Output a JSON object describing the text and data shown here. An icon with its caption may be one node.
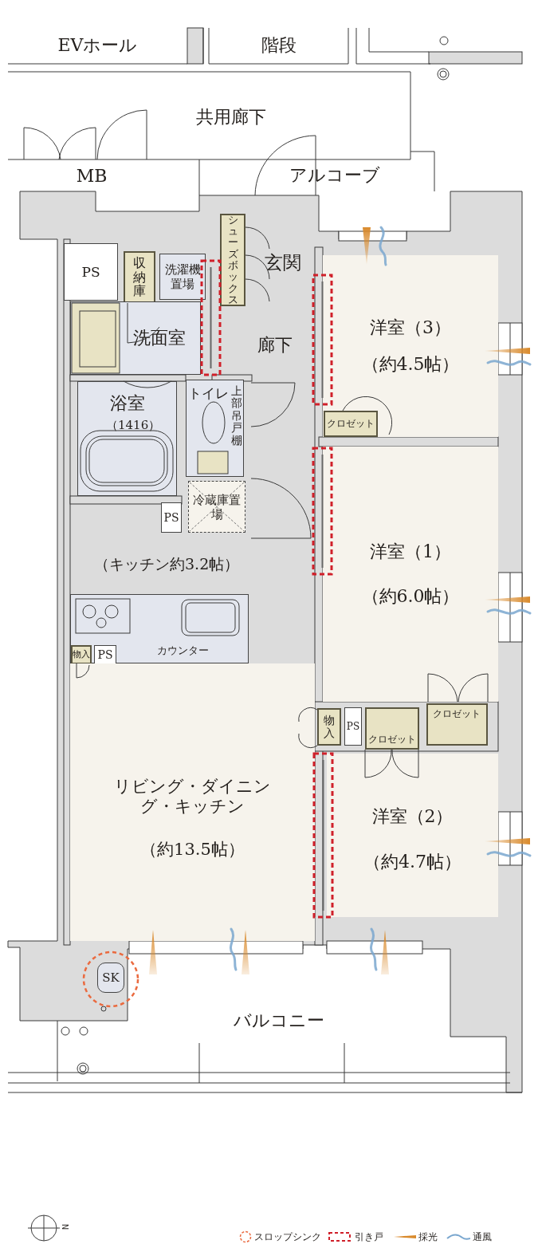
{
  "diagram": {
    "nodes": [
      {
        "text": [
          "EVホール"
        ]
      },
      {
        "text": [
          "階段"
        ]
      },
      {
        "text": [
          "共用廊下"
        ]
      },
      {
        "text": [
          "MB"
        ]
      },
      {
        "text": [
          "アルコーブ"
        ]
      },
      {
        "text": [
          "PS"
        ]
      },
      {
        "text": [
          "収納庫"
        ]
      },
      {
        "text": [
          "洗濯機置場"
        ]
      },
      {
        "text": [
          "シューズボックス"
        ]
      },
      {
        "text": [
          "玄関"
        ]
      },
      {
        "text": [
          "洗面室"
        ]
      },
      {
        "text": [
          "廊下"
        ]
      },
      {
        "text": [
          "洋室（3）",
          "（約4.5帖）"
        ]
      },
      {
        "text": [
          "クロゼット"
        ],
        "in": 12
      },
      {
        "text": [
          "浴室",
          "（1416）"
        ]
      },
      {
        "text": [
          "トイレ",
          "上部吊戸棚"
        ]
      },
      {
        "text": [
          "冷蔵庫置場"
        ]
      },
      {
        "text": [
          "PS"
        ]
      },
      {
        "text": [
          "（キッチン約3.2帖）"
        ]
      },
      {
        "text": [
          "洋室（1）",
          "（約6.0帖）"
        ]
      },
      {
        "text": [
          "カウンター"
        ]
      },
      {
        "text": [
          "物入"
        ],
        "in": 20
      },
      {
        "text": [
          "PS"
        ],
        "in": 20
      },
      {
        "text": [
          "物入"
        ]
      },
      {
        "text": [
          "PS"
        ]
      },
      {
        "text": [
          "クロゼット"
        ]
      },
      {
        "text": [
          "クロゼット"
        ]
      },
      {
        "text": [
          "リビング・ダイニング・キッチン",
          "（約13.5帖）"
        ]
      },
      {
        "text": [
          "洋室（2）",
          "（約4.7帖）"
        ]
      },
      {
        "text": [
          "SK"
        ]
      },
      {
        "text": [
          "バルコニー"
        ]
      }
    ],
    "labels": [
      "N"
    ],
    "legend": [
      {
        "text": "スロップシンク"
      },
      {
        "text": "引き戸"
      },
      {
        "text": "採光"
      },
      {
        "text": "通風"
      }
    ]
  }
}
